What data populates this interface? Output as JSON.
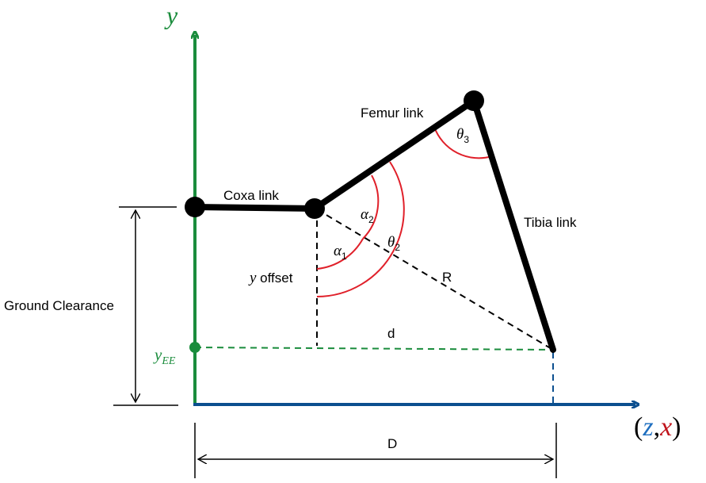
{
  "axes": {
    "y_label": "y",
    "h_label": {
      "open": "(",
      "z": "z",
      "comma": ",",
      "x": "x",
      "close": ")"
    }
  },
  "links": {
    "coxa": "Coxa link",
    "femur": "Femur link",
    "tibia": "Tibia link"
  },
  "angles": {
    "alpha1": {
      "sym": "α",
      "sub": "1"
    },
    "alpha2": {
      "sym": "α",
      "sub": "2"
    },
    "theta2": {
      "sym": "θ",
      "sub": "2"
    },
    "theta3": {
      "sym": "θ",
      "sub": "3"
    }
  },
  "dimensions": {
    "y_offset": {
      "var": "y",
      "text": " offset"
    },
    "R": "R",
    "d": "d",
    "D": "D",
    "ground_clearance": "Ground Clearance",
    "y_ee": {
      "sym": "y",
      "sub": "EE"
    }
  },
  "colors": {
    "y_axis": "#1a8c3c",
    "h_axis": "#0b4f8f",
    "angle_arc": "#e0202a",
    "z_label": "#1f6fc0",
    "x_label": "#c0141c",
    "link": "#000000"
  }
}
